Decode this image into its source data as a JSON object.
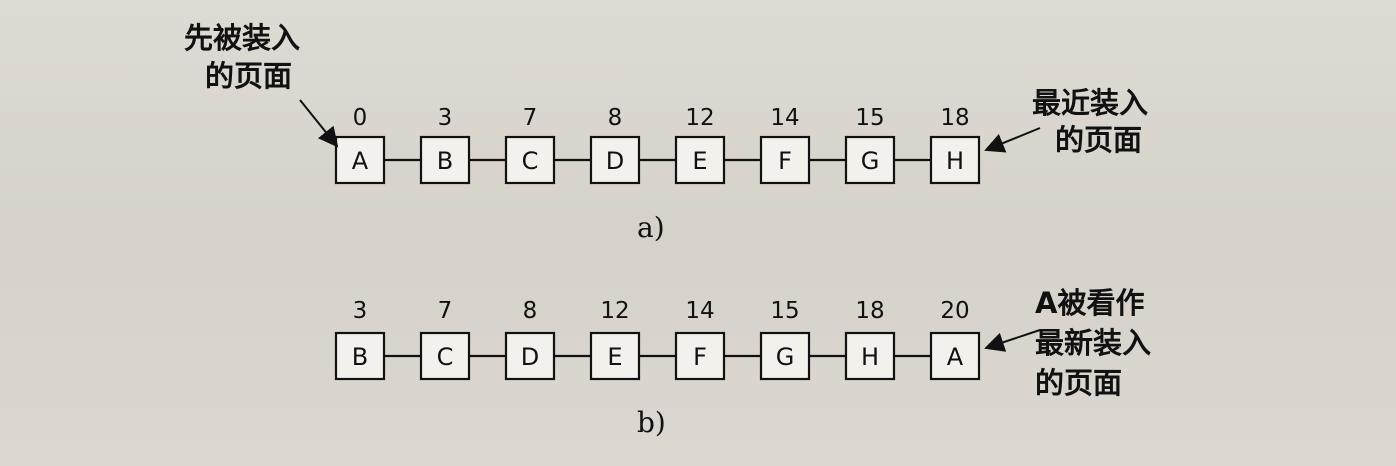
{
  "diagram_a": {
    "caption": "a)",
    "label_left": [
      "先被装入",
      "的页面"
    ],
    "label_right": [
      "最近装入",
      "的页面"
    ],
    "pages": [
      {
        "letter": "A",
        "time": "0"
      },
      {
        "letter": "B",
        "time": "3"
      },
      {
        "letter": "C",
        "time": "7"
      },
      {
        "letter": "D",
        "time": "8"
      },
      {
        "letter": "E",
        "time": "12"
      },
      {
        "letter": "F",
        "time": "14"
      },
      {
        "letter": "G",
        "time": "15"
      },
      {
        "letter": "H",
        "time": "18"
      }
    ]
  },
  "diagram_b": {
    "caption": "b)",
    "label_right": [
      "A被看作",
      "最新装入",
      "的页面"
    ],
    "pages": [
      {
        "letter": "B",
        "time": "3"
      },
      {
        "letter": "C",
        "time": "7"
      },
      {
        "letter": "D",
        "time": "8"
      },
      {
        "letter": "E",
        "time": "12"
      },
      {
        "letter": "F",
        "time": "14"
      },
      {
        "letter": "G",
        "time": "15"
      },
      {
        "letter": "H",
        "time": "18"
      },
      {
        "letter": "A",
        "time": "20"
      }
    ]
  }
}
